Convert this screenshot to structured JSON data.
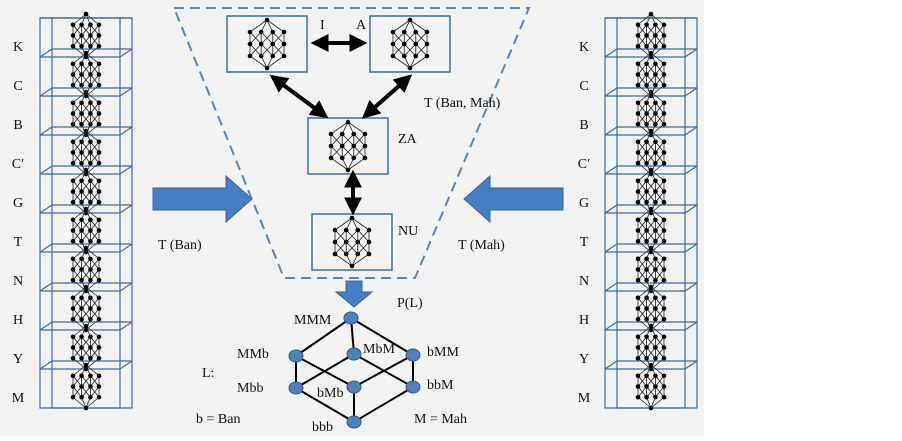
{
  "left_tower": {
    "labels": [
      "K",
      "C",
      "B",
      "C′",
      "G",
      "T",
      "N",
      "H",
      "Y",
      "M"
    ]
  },
  "right_tower": {
    "labels": [
      "K",
      "C",
      "B",
      "C′",
      "G",
      "T",
      "N",
      "H",
      "Y",
      "M"
    ]
  },
  "funnel": {
    "nodes": {
      "i": "I",
      "a": "A",
      "za": "ZA",
      "nu": "NU"
    },
    "label_t_ban_mah": "T (Ban, Mah)"
  },
  "flow": {
    "left_arrow_label": "T (Ban)",
    "right_arrow_label": "T (Mah)",
    "pl_label": "P(L)"
  },
  "cube": {
    "vertices": {
      "MMM": "MMM",
      "MMb": "MMb",
      "MbM": "MbM",
      "bMM": "bMM",
      "Mbb": "Mbb",
      "bMb": "bMb",
      "bbM": "bbM",
      "bbb": "bbb"
    },
    "L_label": "L:",
    "legend_b": "b = Ban",
    "legend_M": "M = Mah"
  },
  "colors": {
    "arrow_blue": "#4a7ec4",
    "node_blue": "#4f81bd",
    "box_blue": "#3a6ea5",
    "funnel_dash": "#5b87b8",
    "panel_bg": "#f2f2f2"
  }
}
